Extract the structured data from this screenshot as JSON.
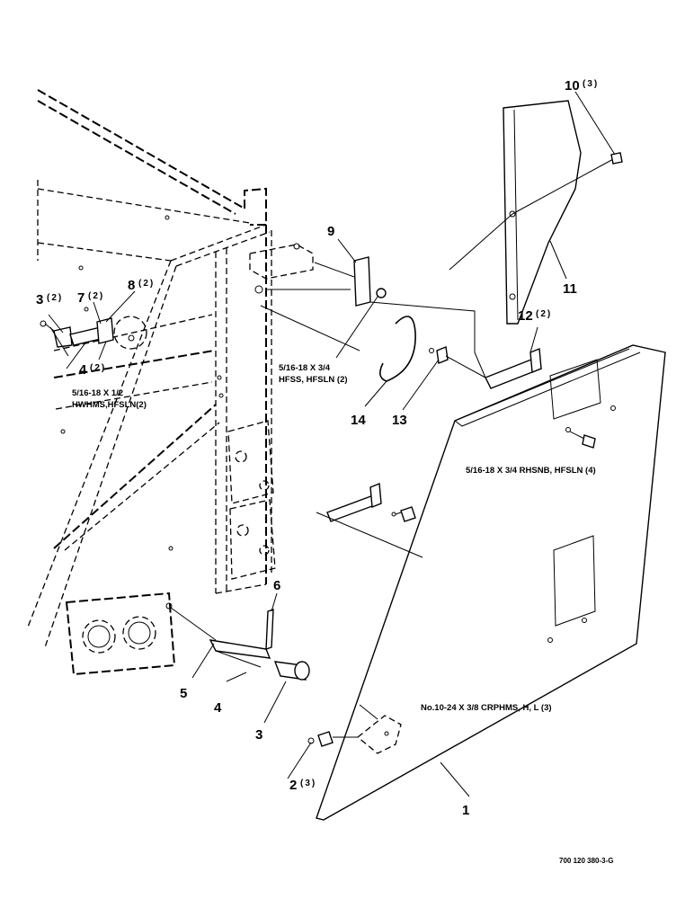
{
  "callouts": {
    "c1": {
      "num": "1",
      "qty": ""
    },
    "c2": {
      "num": "2",
      "qty": "(3)"
    },
    "c3a": {
      "num": "3",
      "qty": "(2)"
    },
    "c3b": {
      "num": "3",
      "qty": ""
    },
    "c4a": {
      "num": "4",
      "qty": "(2)"
    },
    "c4b": {
      "num": "4",
      "qty": ""
    },
    "c5": {
      "num": "5",
      "qty": ""
    },
    "c6": {
      "num": "6",
      "qty": ""
    },
    "c7": {
      "num": "7",
      "qty": "(2)"
    },
    "c8": {
      "num": "8",
      "qty": "(2)"
    },
    "c9": {
      "num": "9",
      "qty": ""
    },
    "c10": {
      "num": "10",
      "qty": "(3)"
    },
    "c11": {
      "num": "11",
      "qty": ""
    },
    "c12": {
      "num": "12",
      "qty": "(2)"
    },
    "c13": {
      "num": "13",
      "qty": ""
    },
    "c14": {
      "num": "14",
      "qty": ""
    }
  },
  "hardware_notes": {
    "hwhms_line1": "5/16-18 X 1/2",
    "hwhms_line2": "HWHMS,HFSLN(2)",
    "hfss_line1": "5/16-18 X 3/4",
    "hfss_line2": "HFSS, HFSLN (2)",
    "rhsnb": "5/16-18 X 3/4 RHSNB, HFSLN (4)",
    "crphms": "No.10-24 X 3/8 CRPHMS, H, L (3)"
  },
  "drawing_id": "700 120 380-3-G"
}
